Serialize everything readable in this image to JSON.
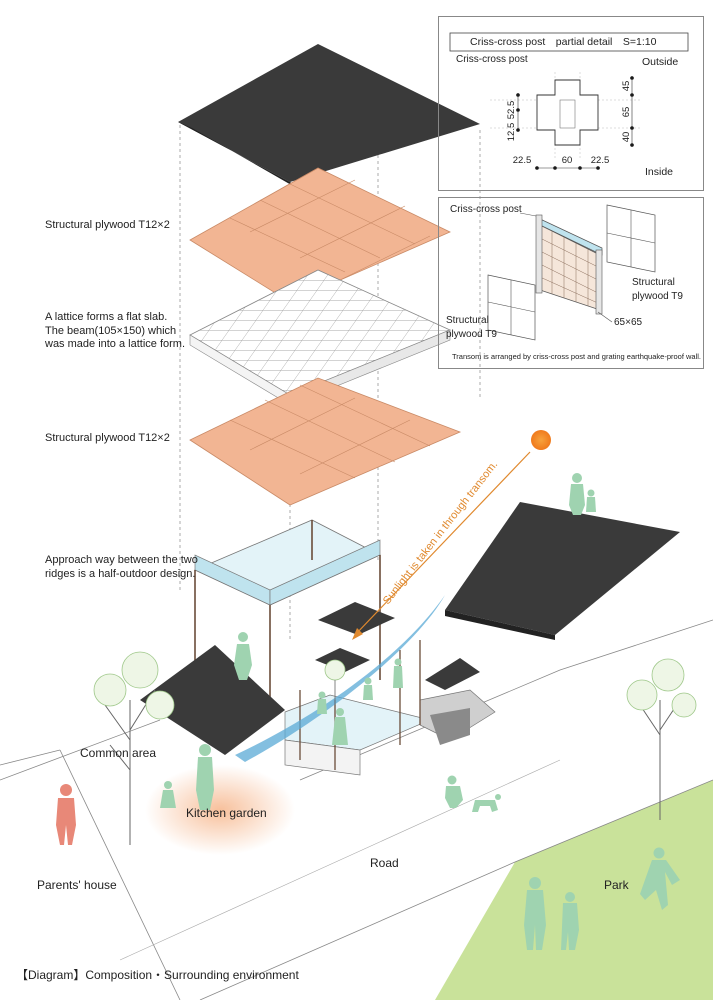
{
  "detail_panel": {
    "title": "Criss-cross post　partial detail　S=1:10",
    "post_label": "Criss-cross post",
    "outside": "Outside",
    "inside": "Inside",
    "dims": [
      "52.5",
      "12.5",
      "45",
      "65",
      "40",
      "22.5",
      "60",
      "22.5"
    ]
  },
  "wall_panel": {
    "post_label": "Criss-cross post",
    "plywood_right": "Structural\nplywood  T9",
    "plywood_left": "Structural\nplywood  T9",
    "post_size": "65×65",
    "note": "Transom is arranged by criss-cross post and grating earthquake-proof wall."
  },
  "layers": {
    "plywood_top": "Structural plywood T12×2",
    "lattice": "A lattice forms a flat slab.\nThe beam(105×150) which\nwas made into a lattice form.",
    "plywood_bottom": "Structural plywood T12×2",
    "approach": "Approach way between the two\nridges is a half-outdoor design."
  },
  "sunlight": "Sunlight is taken in through transom.",
  "site": {
    "common_area": "Common area",
    "kitchen_garden": "Kitchen garden",
    "road": "Road",
    "parents_house": "Parents' house",
    "park": "Park"
  },
  "caption": "【Diagram】Composition・Surrounding environment",
  "colors": {
    "roof": "#3a3a3a",
    "plywood": "#f2b593",
    "plywood_stroke": "#c98a66",
    "glass": "#bfe3ee",
    "figure_green": "#9fd3b0",
    "figure_red": "#e88878",
    "park": "#c9e29a",
    "sun": "#f08a24",
    "sunlight_text": "#e0892e",
    "beam": "#5aa9d6"
  }
}
